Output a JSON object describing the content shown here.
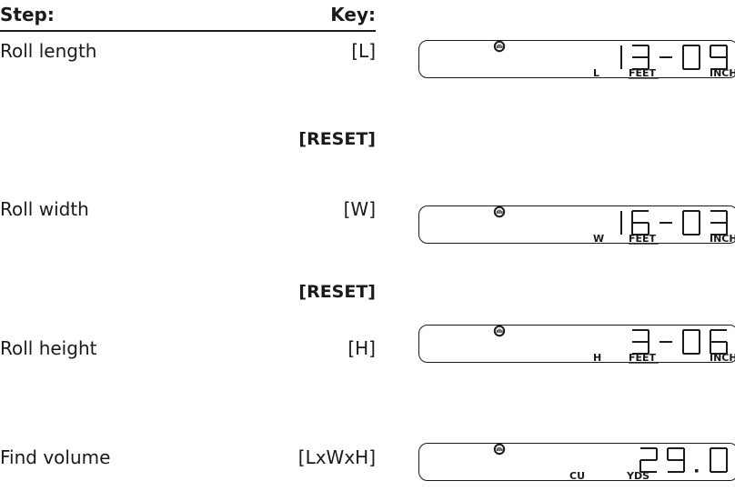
{
  "headers": {
    "step": "Step:",
    "key": "Key:"
  },
  "rows": [
    {
      "step": "Roll length",
      "key": "[L]",
      "display": {
        "digits": [
          "1",
          "3",
          "-",
          "0",
          "9"
        ],
        "dim": "L",
        "unit1": "FEET",
        "unit2": "INCH"
      }
    },
    {
      "reset": "[RESET]"
    },
    {
      "step": "Roll width",
      "key": "[W]",
      "display": {
        "digits": [
          "1",
          "6",
          "-",
          "0",
          "3"
        ],
        "dim": "W",
        "unit1": "FEET",
        "unit2": "INCH"
      }
    },
    {
      "reset": "[RESET]"
    },
    {
      "step": "Roll height",
      "key": "[H]",
      "display": {
        "digits": [
          "3",
          "-",
          "0",
          "6"
        ],
        "dim": "H",
        "unit1": "FEET",
        "unit2": "INCH"
      }
    },
    {
      "step": "Find volume",
      "key": "[LxWxH]",
      "display": {
        "digits": [
          "2",
          "9",
          ".",
          "0"
        ],
        "dim": "CU",
        "unit1": "YDS",
        "unit2": ""
      }
    }
  ],
  "icons": {
    "display_indicator": "hand-icon"
  }
}
